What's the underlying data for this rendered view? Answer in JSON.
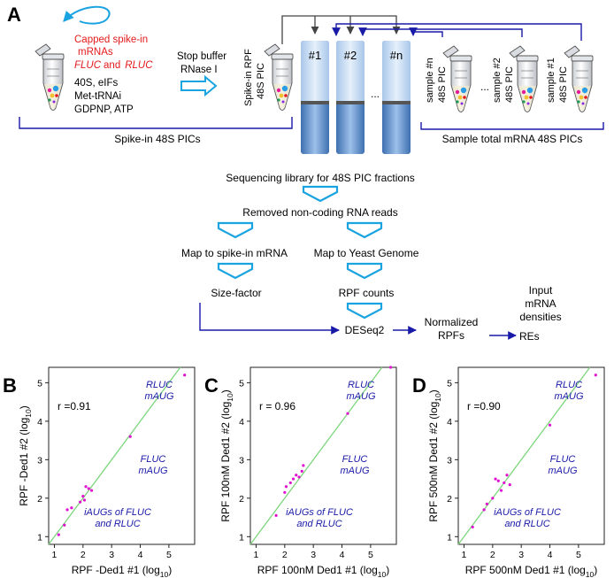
{
  "panel_a": {
    "label": "A",
    "capped_line1": "Capped spike-in",
    "capped_line2": "mRNAs",
    "fluc": "FLUC",
    "and_word": "and",
    "rluc": "RLUC",
    "mix_lines": [
      "40S, eIFs",
      "Met-tRNAi",
      "GDPNP, ATP"
    ],
    "stop_lines": [
      "Stop buffer",
      "RNase I"
    ],
    "spike_tube_lines": [
      "Spike-in RPF",
      "48S PIC"
    ],
    "column_labels": [
      "#1",
      "#2",
      "#n"
    ],
    "column_ellipsis": "...",
    "sample_tubes": [
      {
        "line1": "sample #n",
        "line2": "48S PIC"
      },
      {
        "line1": "sample #2",
        "line2": "48S PIC"
      },
      {
        "line1": "sample #1",
        "line2": "48S PIC"
      }
    ],
    "sample_ellipsis": "...",
    "spike_bracket_label": "Spike-in 48S PICs",
    "sample_bracket_label": "Sample total mRNA 48S PICs",
    "flow": {
      "library": "Sequencing library for 48S PIC fractions",
      "removed": "Removed non-coding RNA reads",
      "map_spike": "Map to spike-in mRNA",
      "map_yeast": "Map to Yeast Genome",
      "size_factor": "Size-factor",
      "rpf_counts": "RPF counts",
      "deseq": "DESeq2",
      "normalized_lines": [
        "Normalized",
        "RPFs"
      ],
      "input_lines": [
        "Input",
        "mRNA",
        "densities"
      ],
      "res": "REs"
    }
  },
  "colors": {
    "blue": "#1a1aa8",
    "cyan": "#19a3e0",
    "red": "#e41a1c",
    "magenta": "#e010d0",
    "green": "#7cd67c",
    "dark_line": "#555555"
  },
  "scatter_panels": [
    {
      "label": "B",
      "r_text": "r =0.91",
      "xlabel": "RPF -Ded1 #1 (log",
      "ylabel": "RPF -Ded1 #2 (log",
      "sub": "10",
      "close": ")",
      "annot_rluc": [
        "RLUC",
        "mAUG"
      ],
      "annot_fluc": [
        "FLUC",
        "mAUG"
      ],
      "annot_iaug": [
        "iAUGs of FLUC",
        "and RLUC"
      ]
    },
    {
      "label": "C",
      "r_text": "r = 0.96",
      "xlabel": "RPF 100nM Ded1 #1 (log",
      "ylabel": "RPF 100nM Ded1 #2 (log",
      "sub": "10",
      "close": ")",
      "annot_rluc": [
        "RLUC",
        "mAUG"
      ],
      "annot_fluc": [
        "FLUC",
        "mAUG"
      ],
      "annot_iaug": [
        "iAUGs of FLUC",
        "and RLUC"
      ]
    },
    {
      "label": "D",
      "r_text": "r =0.90",
      "xlabel": "RPF 500nM Ded1 #1 (log",
      "ylabel": "RPF 500nM Ded1 #2 (log",
      "sub": "10",
      "close": ")",
      "annot_rluc": [
        "RLUC",
        "mAUG"
      ],
      "annot_fluc": [
        "FLUC",
        "mAUG"
      ],
      "annot_iaug": [
        "iAUGs of FLUC",
        "and RLUC"
      ]
    }
  ],
  "chart_data": [
    {
      "type": "scatter",
      "title": "",
      "xlabel": "RPF -Ded1 #1 (log10)",
      "ylabel": "RPF -Ded1 #2 (log10)",
      "xlim": [
        0.8,
        5.9
      ],
      "ylim": [
        0.8,
        5.4
      ],
      "x_ticks": [
        1,
        2,
        3,
        4,
        5
      ],
      "y_ticks": [
        1,
        2,
        3,
        4,
        5
      ],
      "diagonal": true,
      "x": [
        1.15,
        1.35,
        1.45,
        1.6,
        1.9,
        2.0,
        2.1,
        2.2,
        2.3,
        2.05,
        3.65,
        5.55
      ],
      "y": [
        1.05,
        1.3,
        1.7,
        1.75,
        1.9,
        2.05,
        2.3,
        2.25,
        2.2,
        1.95,
        3.6,
        5.2
      ]
    },
    {
      "type": "scatter",
      "title": "",
      "xlabel": "RPF 100nM Ded1 #1 (log10)",
      "ylabel": "RPF 100nM Ded1 #2 (log10)",
      "xlim": [
        0.8,
        5.9
      ],
      "ylim": [
        0.8,
        5.4
      ],
      "x_ticks": [
        1,
        2,
        3,
        4,
        5
      ],
      "y_ticks": [
        1,
        2,
        3,
        4,
        5
      ],
      "diagonal": true,
      "x": [
        1.7,
        2.0,
        2.05,
        2.2,
        2.3,
        2.4,
        2.5,
        2.6,
        2.65,
        4.2,
        5.7
      ],
      "y": [
        1.55,
        2.15,
        2.3,
        2.4,
        2.5,
        2.6,
        2.55,
        2.7,
        2.85,
        4.2,
        5.4
      ]
    },
    {
      "type": "scatter",
      "title": "",
      "xlabel": "RPF 500nM Ded1 #1 (log10)",
      "ylabel": "RPF 500nM Ded1 #2 (log10)",
      "xlim": [
        0.8,
        5.9
      ],
      "ylim": [
        0.8,
        5.4
      ],
      "x_ticks": [
        1,
        2,
        3,
        4,
        5
      ],
      "y_ticks": [
        1,
        2,
        3,
        4,
        5
      ],
      "diagonal": true,
      "x": [
        1.3,
        1.7,
        1.8,
        2.0,
        2.1,
        2.2,
        2.3,
        2.4,
        2.5,
        2.6,
        4.0,
        5.6
      ],
      "y": [
        1.25,
        1.7,
        1.85,
        2.0,
        2.5,
        2.45,
        2.2,
        2.4,
        2.6,
        2.35,
        3.9,
        5.2
      ]
    }
  ]
}
